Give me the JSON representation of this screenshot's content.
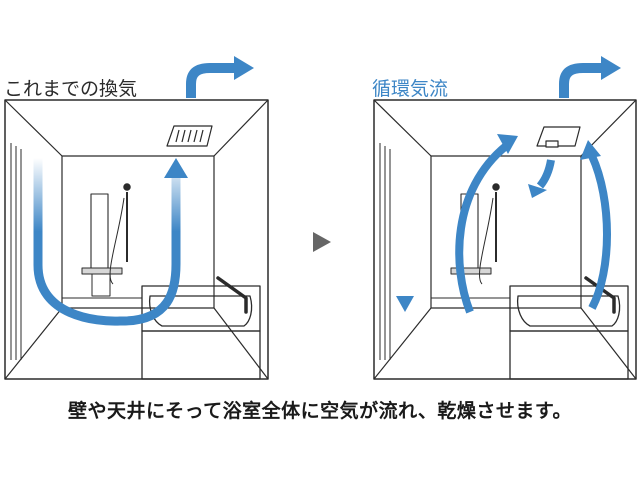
{
  "before": {
    "label": "これまでの換気"
  },
  "after": {
    "label": "循環気流"
  },
  "caption": "壁や天井にそって浴室全体に空気が流れ、乾燥させます。",
  "colors": {
    "arrow": "#3d86c6",
    "line": "#2b2b2b",
    "after_label": "#3d86c6",
    "next_marker": "#666666"
  },
  "icons": {
    "next": "triangle-right"
  }
}
